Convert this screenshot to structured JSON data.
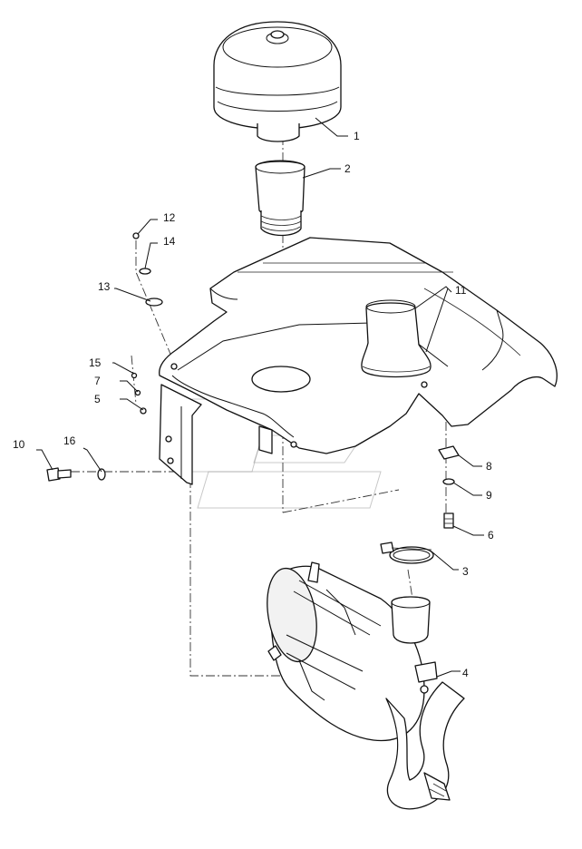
{
  "callouts": [
    {
      "id": "c1",
      "label": "1"
    },
    {
      "id": "c2",
      "label": "2"
    },
    {
      "id": "c3",
      "label": "3"
    },
    {
      "id": "c4",
      "label": "4"
    },
    {
      "id": "c5",
      "label": "5"
    },
    {
      "id": "c6",
      "label": "6"
    },
    {
      "id": "c7",
      "label": "7"
    },
    {
      "id": "c8",
      "label": "8"
    },
    {
      "id": "c9",
      "label": "9"
    },
    {
      "id": "c10",
      "label": "10"
    },
    {
      "id": "c11",
      "label": "11"
    },
    {
      "id": "c12",
      "label": "12"
    },
    {
      "id": "c13",
      "label": "13"
    },
    {
      "id": "c14",
      "label": "14"
    },
    {
      "id": "c15",
      "label": "15"
    },
    {
      "id": "c16",
      "label": "16"
    }
  ],
  "colors": {
    "line": "#111111",
    "background": "#ffffff",
    "watermark": "#9a9a9a"
  }
}
